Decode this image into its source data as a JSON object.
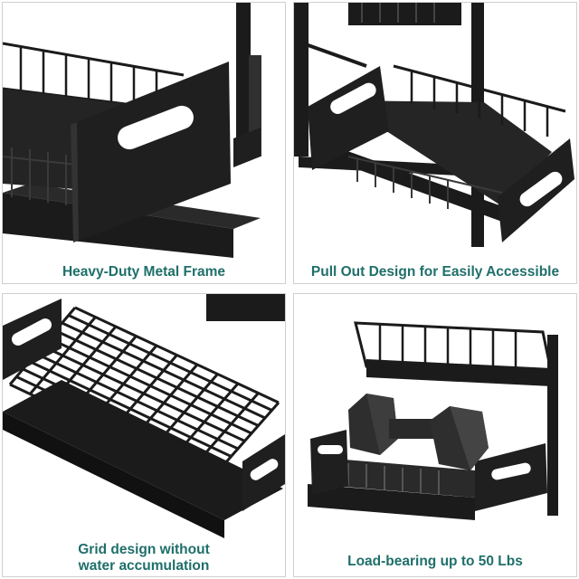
{
  "theme": {
    "caption_color": "#1f6f6a",
    "product_color": "#1b1b1b",
    "border_color": "#cfcfcf"
  },
  "panels": [
    {
      "caption": "Heavy-Duty Metal Frame"
    },
    {
      "caption": "Pull Out Design for Easily Accessible"
    },
    {
      "caption": "Grid design without\nwater accumulation"
    },
    {
      "caption": "Load-bearing up to 50 Lbs"
    }
  ]
}
